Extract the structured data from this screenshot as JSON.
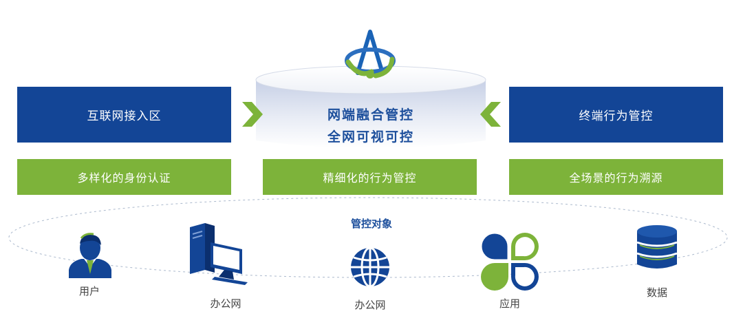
{
  "left_panel": {
    "title": "互联网接入区",
    "feature": "多样化的身份认证"
  },
  "center_panel": {
    "line1": "网端融合管控",
    "line2": "全网可视可控",
    "feature": "精细化的行为管控"
  },
  "right_panel": {
    "title": "终端行为管控",
    "feature": "全场景的行为溯源"
  },
  "objects_section": {
    "title": "管控对象",
    "items": [
      {
        "label": "用户",
        "icon": "user-icon"
      },
      {
        "label": "办公网",
        "icon": "computer-icon"
      },
      {
        "label": "办公网",
        "icon": "globe-icon"
      },
      {
        "label": "应用",
        "icon": "apps-icon"
      },
      {
        "label": "数据",
        "icon": "database-icon"
      }
    ]
  },
  "colors": {
    "blue": "#134596",
    "green": "#7db33a",
    "accent_blue": "#1d4f9c"
  }
}
